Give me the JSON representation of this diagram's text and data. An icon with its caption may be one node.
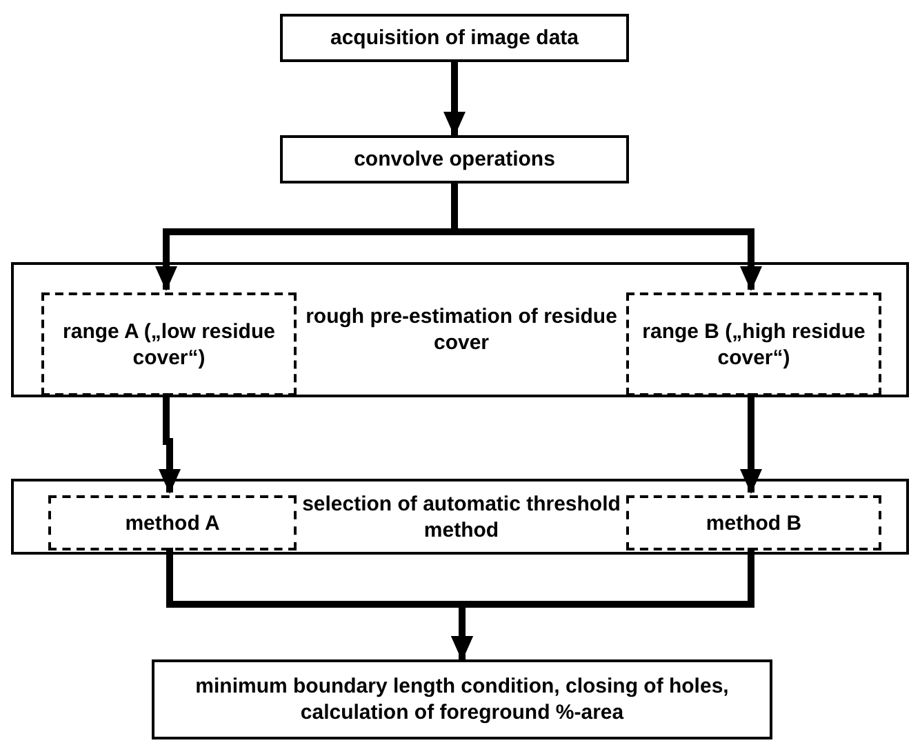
{
  "diagram": {
    "nodes": [
      {
        "text": [
          "acquisition of image data"
        ]
      },
      {
        "text": [
          "convolve operations"
        ]
      },
      {
        "text": [
          "rough pre-estimation of residue cover"
        ]
      },
      {
        "text": [
          "range A („low residue cover“)"
        ],
        "in": 2
      },
      {
        "text": [
          "range B („high residue cover“)"
        ],
        "in": 2
      },
      {
        "text": [
          "selection of automatic threshold method"
        ]
      },
      {
        "text": [
          "method A"
        ],
        "in": 5
      },
      {
        "text": [
          "method B"
        ],
        "in": 5
      },
      {
        "text": [
          "minimum boundary length condition, closing of holes, calculation of foreground %-area"
        ]
      }
    ],
    "edges": [
      {
        "from": 0,
        "to": 1,
        "arrow": "to"
      },
      {
        "from": 1,
        "to": 3,
        "arrow": "to"
      },
      {
        "from": 1,
        "to": 4,
        "arrow": "to"
      },
      {
        "from": 3,
        "to": 6,
        "arrow": "to"
      },
      {
        "from": 4,
        "to": 7,
        "arrow": "to"
      },
      {
        "from": 6,
        "to": 8,
        "arrow": "to"
      },
      {
        "from": 7,
        "to": 8,
        "arrow": "to"
      }
    ]
  }
}
